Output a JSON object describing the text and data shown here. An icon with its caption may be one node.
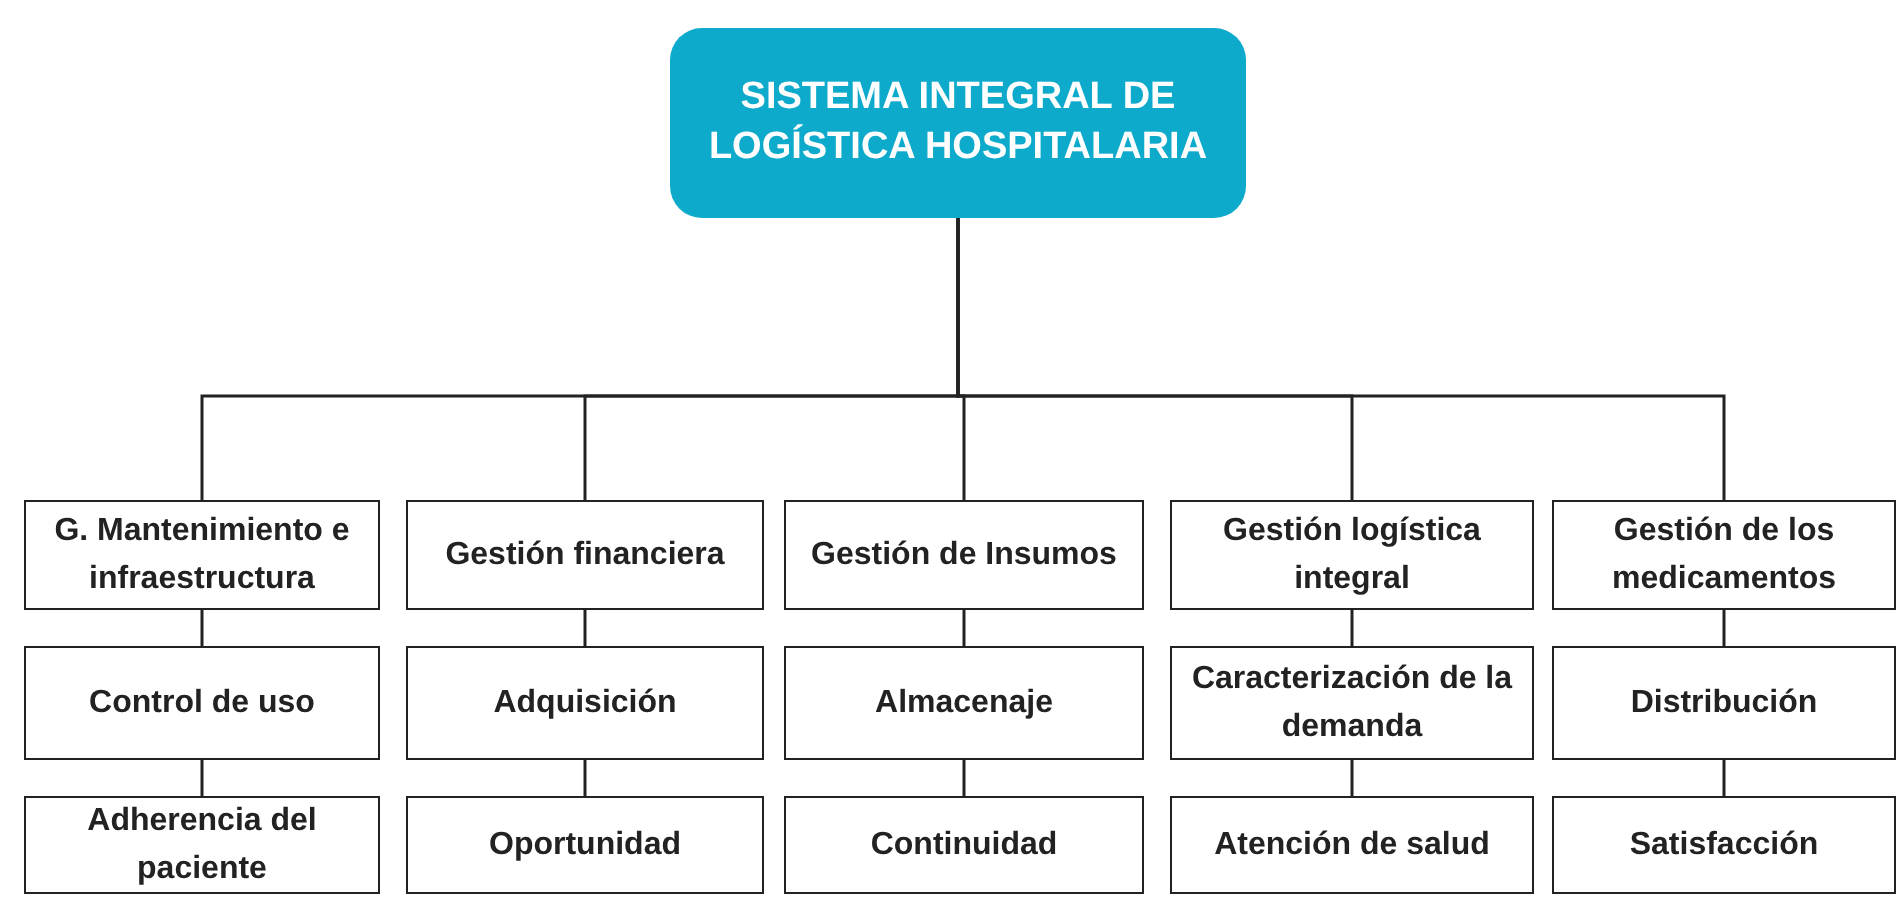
{
  "diagram": {
    "nodes": [
      {
        "text": [
          "SISTEMA INTEGRAL DE LOGÍSTICA HOSPITALARIA"
        ]
      },
      {
        "text": [
          "G. Mantenimiento e infraestructura"
        ]
      },
      {
        "text": [
          "Gestión financiera"
        ]
      },
      {
        "text": [
          "Gestión de Insumos"
        ]
      },
      {
        "text": [
          "Gestión logística integral"
        ]
      },
      {
        "text": [
          "Gestión  de los medicamentos"
        ]
      },
      {
        "text": [
          "Control de uso"
        ]
      },
      {
        "text": [
          "Adquisición"
        ]
      },
      {
        "text": [
          "Almacenaje"
        ]
      },
      {
        "text": [
          "Caracterización de la demanda"
        ]
      },
      {
        "text": [
          "Distribución"
        ]
      },
      {
        "text": [
          "Adherencia del paciente"
        ]
      },
      {
        "text": [
          "Oportunidad"
        ]
      },
      {
        "text": [
          "Continuidad"
        ]
      },
      {
        "text": [
          "Atención de salud"
        ]
      },
      {
        "text": [
          "Satisfacción"
        ]
      }
    ],
    "edges": [
      {
        "from": 0,
        "to": 1,
        "arrow": "none"
      },
      {
        "from": 0,
        "to": 2,
        "arrow": "none"
      },
      {
        "from": 0,
        "to": 3,
        "arrow": "none"
      },
      {
        "from": 0,
        "to": 4,
        "arrow": "none"
      },
      {
        "from": 0,
        "to": 5,
        "arrow": "none"
      },
      {
        "from": 1,
        "to": 6,
        "arrow": "none"
      },
      {
        "from": 2,
        "to": 7,
        "arrow": "none"
      },
      {
        "from": 3,
        "to": 8,
        "arrow": "none"
      },
      {
        "from": 4,
        "to": 9,
        "arrow": "none"
      },
      {
        "from": 5,
        "to": 10,
        "arrow": "none"
      },
      {
        "from": 6,
        "to": 11,
        "arrow": "none"
      },
      {
        "from": 7,
        "to": 12,
        "arrow": "none"
      },
      {
        "from": 8,
        "to": 13,
        "arrow": "none"
      },
      {
        "from": 9,
        "to": 14,
        "arrow": "none"
      },
      {
        "from": 10,
        "to": 15,
        "arrow": "none"
      }
    ]
  }
}
